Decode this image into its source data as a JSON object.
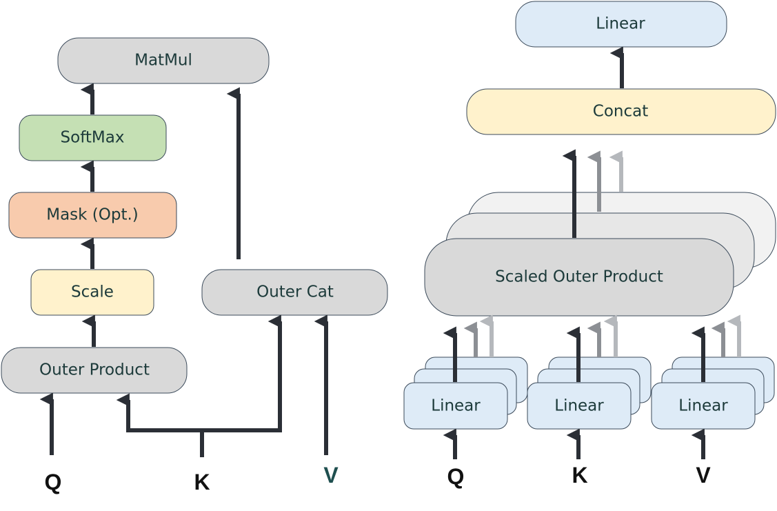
{
  "left": {
    "matmul": "MatMul",
    "softmax": "SoftMax",
    "mask": "Mask (Opt.)",
    "scale": "Scale",
    "outer_product": "Outer Product",
    "outer_cat": "Outer Cat",
    "inputs": {
      "q": "Q",
      "k": "K",
      "v": "V"
    }
  },
  "right": {
    "linear_top": "Linear",
    "concat": "Concat",
    "scaled_outer_product": "Scaled Outer Product",
    "linear_q": "Linear",
    "linear_k": "Linear",
    "linear_v": "Linear",
    "inputs": {
      "q": "Q",
      "k": "K",
      "v": "V"
    }
  },
  "colors": {
    "gray_box": "#d9d9d9",
    "green_box": "#c5e0b4",
    "orange_box": "#f8cbad",
    "yellow_box": "#fff2cc",
    "blue_box": "#deebf7",
    "stroke": "#3b4a5a",
    "arrow": "#2b2f36",
    "v_label": "#1f4f4f"
  }
}
